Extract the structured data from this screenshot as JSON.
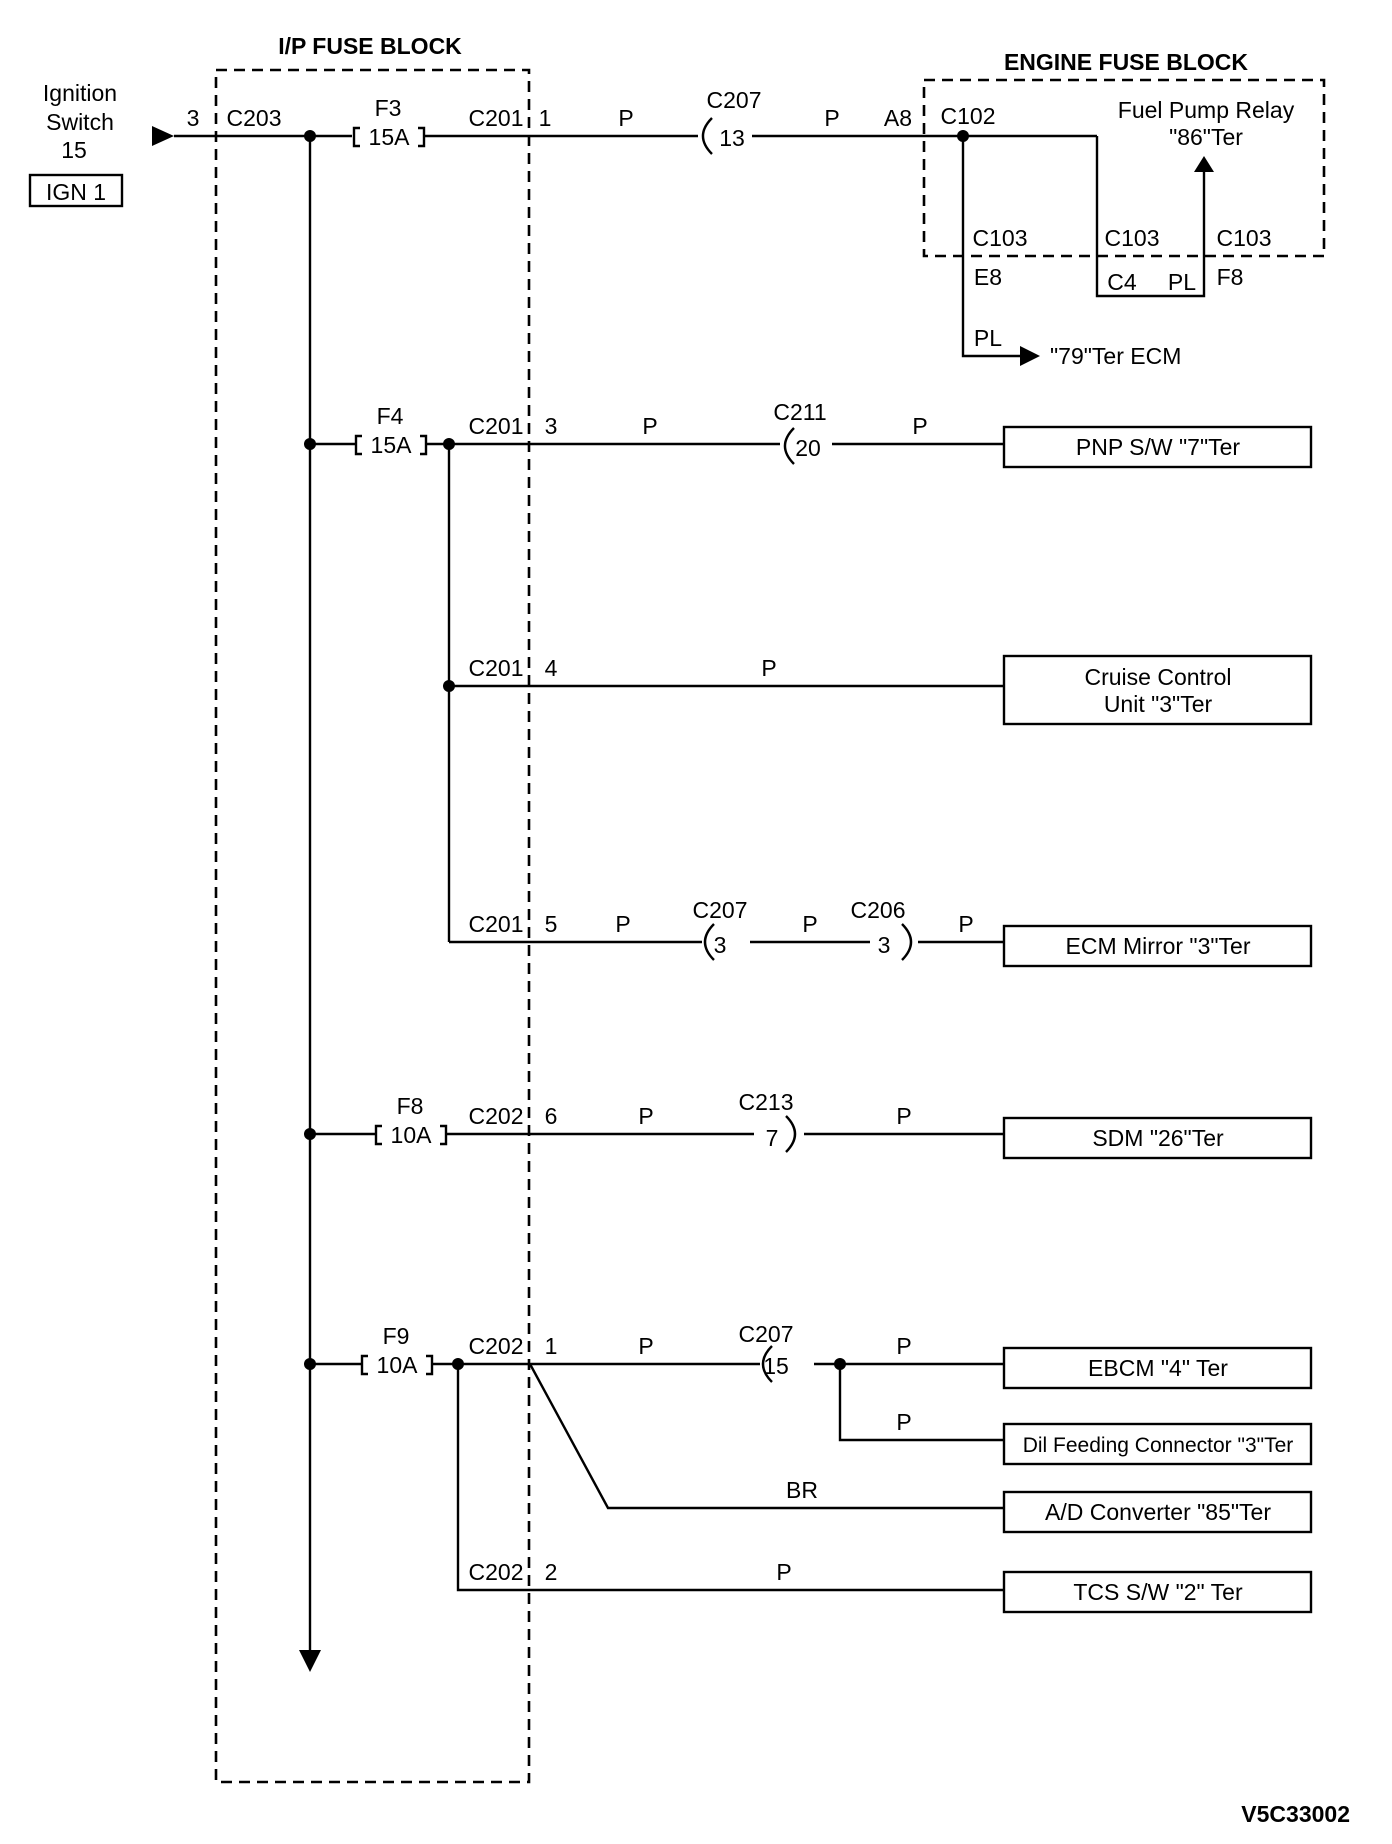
{
  "diagram_id": "V5C33002",
  "ignition": {
    "line1": "Ignition",
    "line2": "Switch",
    "line3": "15",
    "badge": "IGN 1",
    "pin": "3",
    "connector": "C203"
  },
  "ip_fuse_block": {
    "title": "I/P FUSE BLOCK"
  },
  "engine_fuse_block": {
    "title": "ENGINE FUSE BLOCK",
    "relay_line1": "Fuel Pump Relay",
    "relay_line2": "\"86\"Ter",
    "c102": "C102",
    "a8": "A8",
    "c103_a": "C103",
    "c103_b": "C103",
    "c103_c": "C103",
    "e8": "E8",
    "c4": "C4",
    "pl_c4": "PL",
    "f8": "F8",
    "pl_ecm": "PL",
    "ecm_target": "\"79\"Ter ECM"
  },
  "fuses": [
    {
      "name": "F3",
      "rating": "15A"
    },
    {
      "name": "F4",
      "rating": "15A"
    },
    {
      "name": "F8",
      "rating": "10A"
    },
    {
      "name": "F9",
      "rating": "10A"
    }
  ],
  "circuits": {
    "f3": {
      "connector": "C201",
      "pin": "1",
      "wire1": "P",
      "inline_name": "C207",
      "inline_pin": "13",
      "wire2": "P"
    },
    "pnp": {
      "connector": "C201",
      "pin": "3",
      "wire1": "P",
      "inline_name": "C211",
      "inline_pin": "20",
      "wire2": "P",
      "target": "PNP S/W \"7\"Ter"
    },
    "cruise": {
      "connector": "C201",
      "pin": "4",
      "wire": "P",
      "target_line1": "Cruise Control",
      "target_line2": "Unit \"3\"Ter"
    },
    "mirror": {
      "connector": "C201",
      "pin": "5",
      "wire1": "P",
      "inline1_name": "C207",
      "inline1_pin": "3",
      "wire2": "P",
      "inline2_name": "C206",
      "inline2_pin": "3",
      "wire3": "P",
      "target": "ECM Mirror \"3\"Ter"
    },
    "sdm": {
      "connector": "C202",
      "pin": "6",
      "wire1": "P",
      "inline_name": "C213",
      "inline_pin": "7",
      "wire2": "P",
      "target": "SDM \"26\"Ter"
    },
    "ebcm": {
      "connector": "C202",
      "pin": "1",
      "wire1": "P",
      "inline_name": "C207",
      "inline_pin": "15",
      "wire2": "P",
      "target": "EBCM \"4\" Ter"
    },
    "dil": {
      "wire": "P",
      "target": "Dil Feeding Connector \"3\"Ter"
    },
    "ad": {
      "wire": "BR",
      "target": "A/D Converter \"85\"Ter"
    },
    "tcs": {
      "connector": "C202",
      "pin": "2",
      "wire": "P",
      "target": "TCS S/W \"2\" Ter"
    }
  }
}
